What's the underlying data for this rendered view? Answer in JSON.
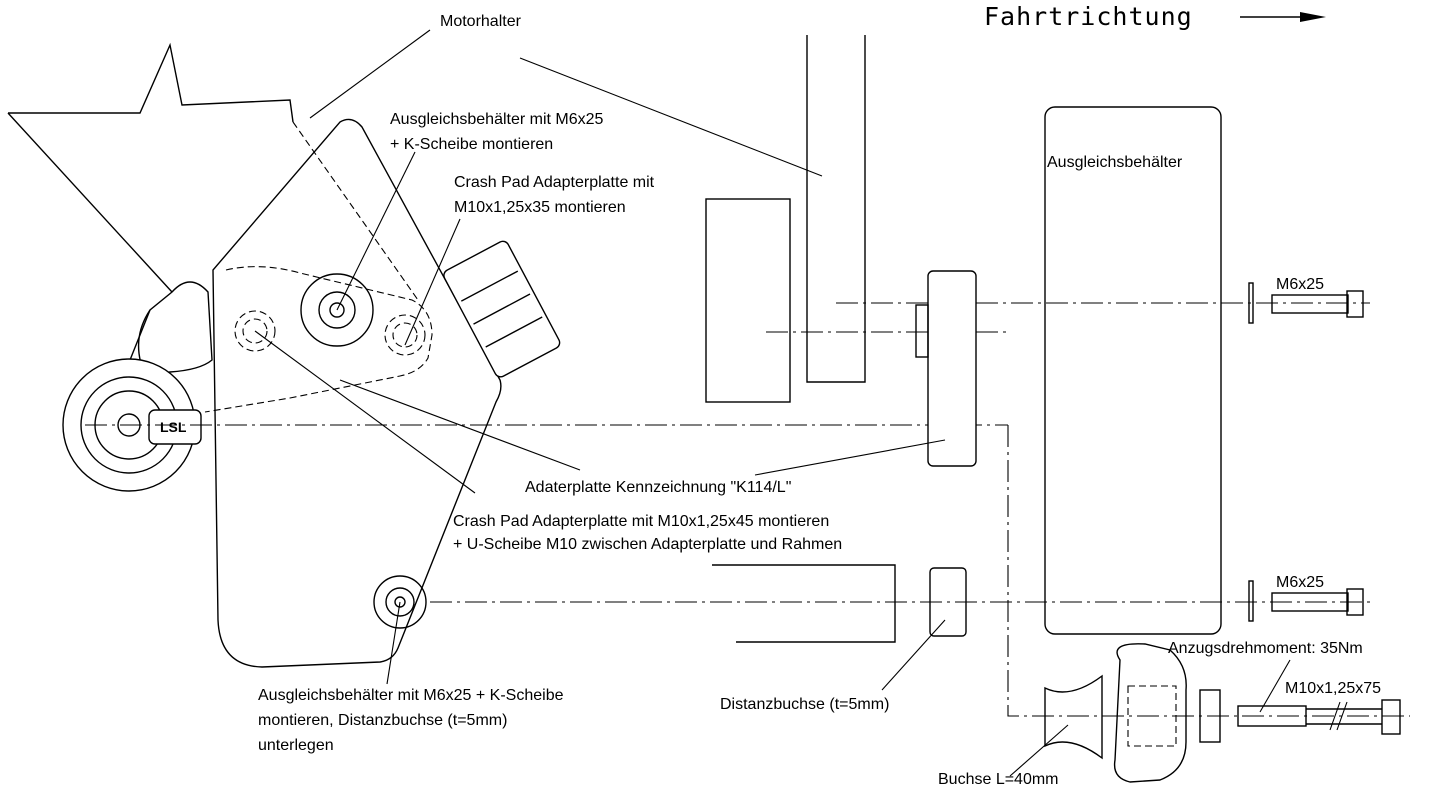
{
  "direction": {
    "label": "Fahrtrichtung"
  },
  "labels": {
    "motorhalter": "Motorhalter",
    "ausgleich_top_1": "Ausgleichsbehälter mit M6x25",
    "ausgleich_top_2": "+ K-Scheibe montieren",
    "crash_top_1": "Crash Pad Adapterplatte mit",
    "crash_top_2": "M10x1,25x35 montieren",
    "adapter_marking": "Adaterplatte Kennzeichnung \"K114/L\"",
    "crash_bottom_1": "Crash Pad Adapterplatte mit M10x1,25x45 montieren",
    "crash_bottom_2": "+ U-Scheibe M10 zwischen Adapterplatte und Rahmen",
    "ausgleich_bottom_1": "Ausgleichsbehälter mit M6x25 + K-Scheibe",
    "ausgleich_bottom_2": "montieren, Distanzbuchse (t=5mm)",
    "ausgleich_bottom_3": "unterlegen",
    "distanzbuchse": "Distanzbuchse (t=5mm)",
    "buchse": "Buchse L=40mm",
    "tank_label": "Ausgleichsbehälter",
    "bolt_top": "M6x25",
    "bolt_mid": "M6x25",
    "torque": "Anzugsdrehmoment: 35Nm",
    "bolt_bottom": "M10x1,25x75",
    "plate_logo": "LSL"
  }
}
